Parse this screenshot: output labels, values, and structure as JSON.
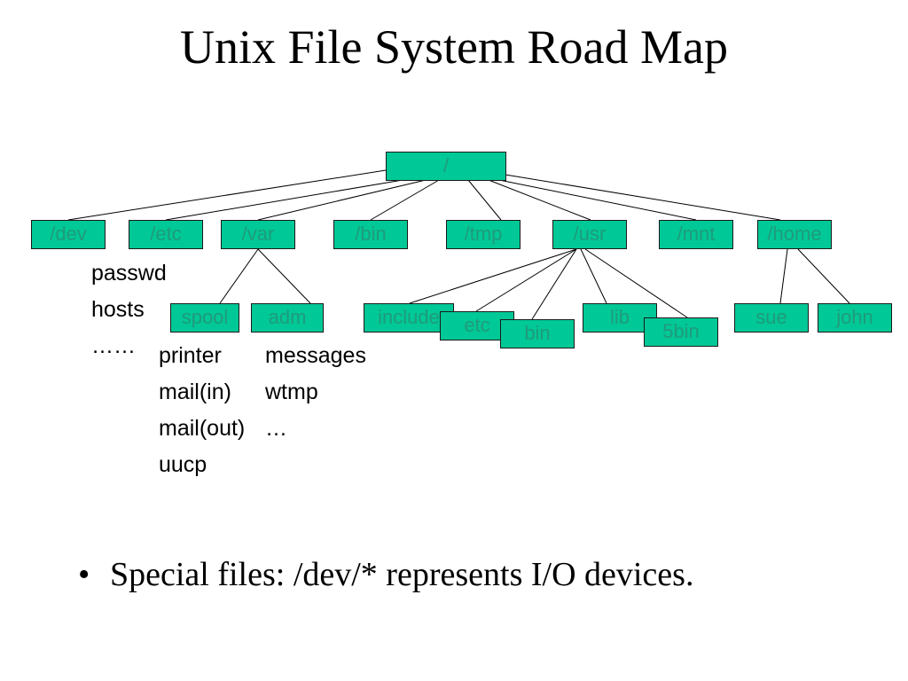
{
  "slide": {
    "title": "Unix File System Road Map",
    "bullet": "Special files: /dev/* represents I/O devices."
  },
  "tree": {
    "root": "/",
    "level1": [
      "/dev",
      "/etc",
      "/var",
      "/bin",
      "/tmp",
      "/usr",
      "/mnt",
      "/home"
    ],
    "var_children": [
      "spool",
      "adm"
    ],
    "usr_children": [
      "include",
      "etc",
      "bin",
      "lib",
      "5bin"
    ],
    "home_children": [
      "sue",
      "john"
    ]
  },
  "lists": {
    "etc_files": [
      "passwd",
      "hosts",
      "……"
    ],
    "spool_files": [
      "printer",
      "mail(in)",
      "mail(out)",
      "uucp"
    ],
    "adm_files": [
      "messages",
      "wtmp",
      "…"
    ]
  },
  "colors": {
    "node_fill": "#00c896",
    "node_text": "#1f9b7c",
    "node_border": "#1a1a1a",
    "edge": "#000000"
  }
}
